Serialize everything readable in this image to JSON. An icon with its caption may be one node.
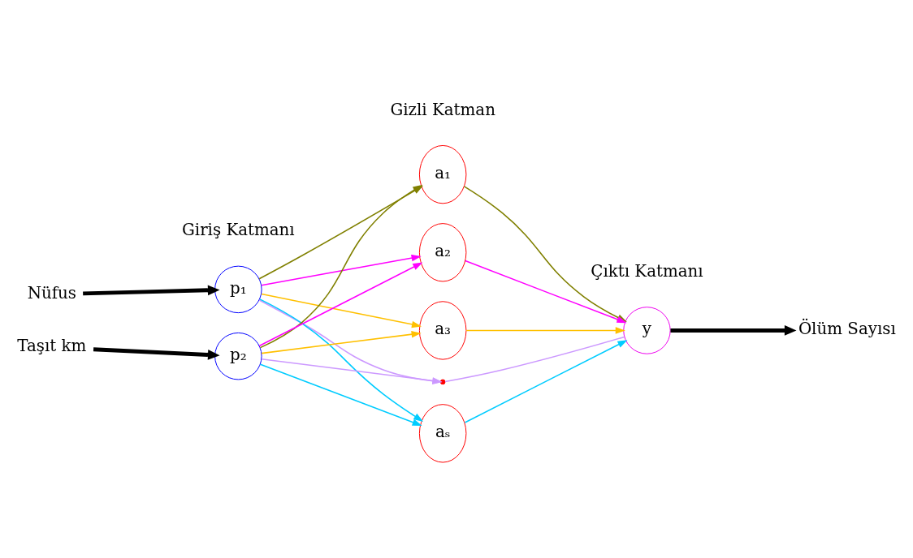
{
  "diagram": {
    "nodes": [
      {
        "text": [
          "Nüfus"
        ]
      },
      {
        "text": [
          "p₁"
        ]
      },
      {
        "text": [
          "Taşıt km"
        ]
      },
      {
        "text": [
          "p₂"
        ]
      },
      {
        "text": [
          "a₁"
        ]
      },
      {
        "text": [
          "a₂"
        ]
      },
      {
        "text": [
          "a₃"
        ]
      },
      {
        "text": [],
        "shape": "dots"
      },
      {
        "text": [
          "aₛ"
        ]
      },
      {
        "text": [
          "y"
        ]
      },
      {
        "text": [
          "Ölüm Sayısı"
        ]
      }
    ],
    "edges": [
      {
        "from": 0,
        "to": 1,
        "arrow": "to",
        "style": "thick",
        "color": "#000000"
      },
      {
        "from": 2,
        "to": 3,
        "arrow": "to",
        "style": "thick",
        "color": "#000000"
      },
      {
        "from": 1,
        "to": 4,
        "arrow": "to",
        "color": "#808000"
      },
      {
        "from": 1,
        "to": 5,
        "arrow": "to",
        "color": "#ff00ff"
      },
      {
        "from": 1,
        "to": 6,
        "arrow": "to",
        "color": "#ffc000"
      },
      {
        "from": 1,
        "to": 7,
        "arrow": "to",
        "color": "#cc99ff"
      },
      {
        "from": 1,
        "to": 8,
        "arrow": "to",
        "color": "#00ccff"
      },
      {
        "from": 3,
        "to": 4,
        "arrow": "to",
        "color": "#808000"
      },
      {
        "from": 3,
        "to": 5,
        "arrow": "to",
        "color": "#ff00ff"
      },
      {
        "from": 3,
        "to": 6,
        "arrow": "to",
        "color": "#ffc000"
      },
      {
        "from": 3,
        "to": 7,
        "arrow": "to",
        "color": "#cc99ff"
      },
      {
        "from": 3,
        "to": 8,
        "arrow": "to",
        "color": "#00ccff"
      },
      {
        "from": 4,
        "to": 9,
        "arrow": "to",
        "color": "#808000"
      },
      {
        "from": 5,
        "to": 9,
        "arrow": "to",
        "color": "#ff00ff"
      },
      {
        "from": 6,
        "to": 9,
        "arrow": "to",
        "color": "#ffc000"
      },
      {
        "from": 7,
        "to": 9,
        "arrow": "none",
        "color": "#cc99ff"
      },
      {
        "from": 8,
        "to": 9,
        "arrow": "to",
        "color": "#00ccff"
      },
      {
        "from": 9,
        "to": 10,
        "arrow": "to",
        "style": "thick",
        "color": "#000000"
      }
    ],
    "labels": [
      "Giriş Katmanı",
      "Gizli Katman",
      "Çıktı Katmanı"
    ]
  }
}
